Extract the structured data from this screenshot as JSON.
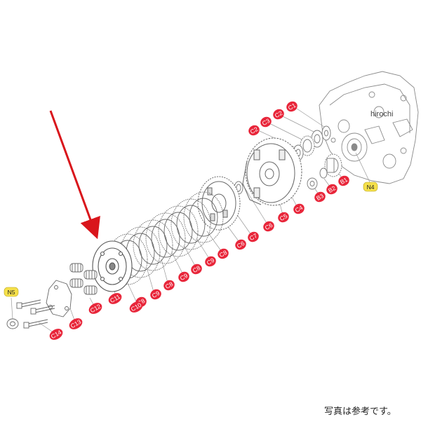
{
  "watermark": "hirochi",
  "footnote": "写真は参考です。",
  "colors": {
    "callout_red": "#e8263a",
    "callout_yellow": "#f5e04a",
    "arrow_red": "#d9161c",
    "line_gray": "#9a9a9a"
  },
  "callouts": {
    "c1": "C1",
    "c2a": "C2",
    "c3": "C3",
    "c2b": "C2",
    "b1": "B1",
    "b2": "B2",
    "b3": "B3",
    "c4": "C4",
    "c5": "C5",
    "c6a": "C6",
    "c7": "C7",
    "c6b": "C6",
    "c8a": "C8",
    "c9a": "C9",
    "c8b": "C8",
    "c9b": "C9",
    "c8c": "C8",
    "c9c": "C9",
    "c8d": "C8",
    "c10": "C10",
    "c11": "C11",
    "c12": "C12",
    "c13": "C13",
    "c14": "C14",
    "n4": "N4",
    "n5": "N5"
  }
}
